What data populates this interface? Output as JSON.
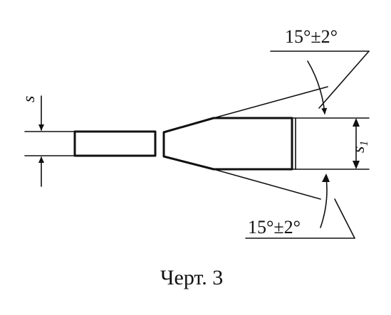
{
  "labels": {
    "angle_top": "15°±2°",
    "angle_bottom": "15°±2°",
    "thickness_left": "s",
    "thickness_right": "s",
    "thickness_right_sub": "1",
    "caption": "Черт. 3"
  },
  "colors": {
    "ink": "#111111",
    "background": "#ffffff"
  }
}
